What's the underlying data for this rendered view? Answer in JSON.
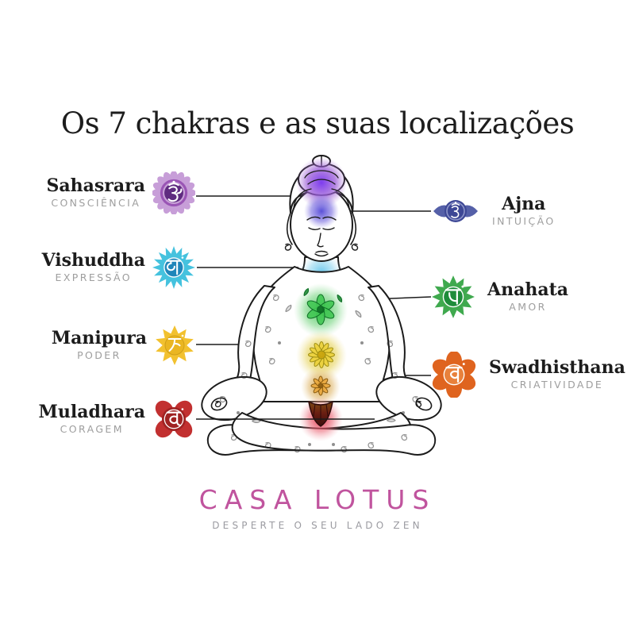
{
  "title": "Os 7 chakras e as suas localizações",
  "left_chakras": [
    {
      "name": "Sahasrara",
      "trait": "CONSCIÊNCIA",
      "color": "#8a4ca8",
      "icon": "crown-chakra-icon",
      "symbol": "om-symbol"
    },
    {
      "name": "Vishuddha",
      "trait": "EXPRESSÃO",
      "color": "#2fa9cf",
      "icon": "throat-chakra-icon",
      "symbol": "ham-symbol"
    },
    {
      "name": "Manipura",
      "trait": "PODER",
      "color": "#f0bf2e",
      "icon": "solar-plexus-chakra-icon",
      "symbol": "ram-symbol"
    },
    {
      "name": "Muladhara",
      "trait": "CORAGEM",
      "color": "#bd2b2b",
      "icon": "root-chakra-icon",
      "symbol": "lam-symbol"
    }
  ],
  "right_chakras": [
    {
      "name": "Ajna",
      "trait": "INTUIÇÃO",
      "color": "#4d57a3",
      "icon": "third-eye-chakra-icon",
      "symbol": "om-symbol"
    },
    {
      "name": "Anahata",
      "trait": "AMOR",
      "color": "#3aa34c",
      "icon": "heart-chakra-icon",
      "symbol": "yam-symbol"
    },
    {
      "name": "Swadhisthana",
      "trait": "CRIATIVIDADE",
      "color": "#df6522",
      "icon": "sacral-chakra-icon",
      "symbol": "vam-symbol"
    }
  ],
  "logo": {
    "brand": "CASA LOTUS",
    "tagline": "DESPERTE O SEU LADO ZEN",
    "brand_color": "#c0549e"
  },
  "glow_colors": {
    "crown": "#8b3ff0",
    "third_eye": "#5a50d8",
    "throat": "#63c3e8",
    "heart": "#2fbf45",
    "solar": "#ddc426",
    "sacral": "#cf8f25",
    "root": "#e33348"
  }
}
